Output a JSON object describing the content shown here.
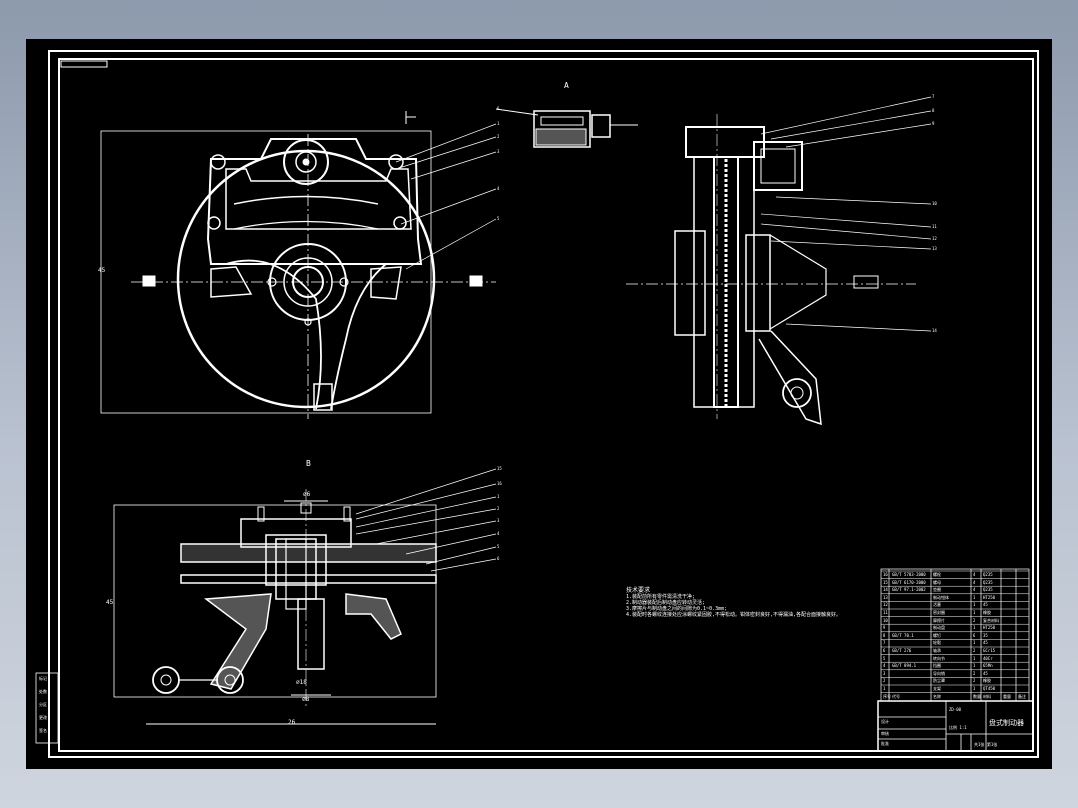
{
  "views": {
    "view_a_label": "A",
    "view_b_label": "B"
  },
  "dimensions": {
    "d_top": "⌀6",
    "d_mid": "⌀18",
    "d_bot": "⌀8",
    "d_width": "26",
    "d_height": "45",
    "d_side": "45"
  },
  "left_strip": [
    "标记",
    "处数",
    "分区",
    "更改",
    "签名"
  ],
  "technical_notes": {
    "heading": "技术要求",
    "lines": [
      "1.装配前所有零件需清洗干净;",
      "2.制动器装配后制动盘应转动灵活;",
      "3.摩擦片与制动盘之间的间隙为0.1~0.3mm;",
      "4.装配时各螺纹连接处应涂螺纹紧固胶,不得松动。钳体密封良好,不得漏油,各配合面接触良好。"
    ]
  },
  "parts_list": [
    {
      "no": "16",
      "code": "GB/T 5783-2000",
      "name": "螺栓",
      "qty": "4",
      "mat": "Q235"
    },
    {
      "no": "15",
      "code": "GB/T 6170-2000",
      "name": "螺母",
      "qty": "4",
      "mat": "Q235"
    },
    {
      "no": "14",
      "code": "GB/T 97.1-2002",
      "name": "垫圈",
      "qty": "4",
      "mat": "Q235"
    },
    {
      "no": "13",
      "code": "",
      "name": "制动钳体",
      "qty": "1",
      "mat": "HT250"
    },
    {
      "no": "12",
      "code": "",
      "name": "活塞",
      "qty": "1",
      "mat": "45"
    },
    {
      "no": "11",
      "code": "",
      "name": "密封圈",
      "qty": "1",
      "mat": "橡胶"
    },
    {
      "no": "10",
      "code": "",
      "name": "摩擦片",
      "qty": "2",
      "mat": "复合材料"
    },
    {
      "no": "9",
      "code": "",
      "name": "制动盘",
      "qty": "1",
      "mat": "HT250"
    },
    {
      "no": "8",
      "code": "GB/T 70.1",
      "name": "螺钉",
      "qty": "6",
      "mat": "35"
    },
    {
      "no": "7",
      "code": "",
      "name": "轮毂",
      "qty": "1",
      "mat": "45"
    },
    {
      "no": "6",
      "code": "GB/T 276",
      "name": "轴承",
      "qty": "2",
      "mat": "GCr15"
    },
    {
      "no": "5",
      "code": "",
      "name": "转向节",
      "qty": "1",
      "mat": "40Cr"
    },
    {
      "no": "4",
      "code": "GB/T 894.1",
      "name": "挡圈",
      "qty": "1",
      "mat": "65Mn"
    },
    {
      "no": "3",
      "code": "",
      "name": "导向销",
      "qty": "2",
      "mat": "45"
    },
    {
      "no": "2",
      "code": "",
      "name": "防尘罩",
      "qty": "2",
      "mat": "橡胶"
    },
    {
      "no": "1",
      "code": "",
      "name": "支架",
      "qty": "1",
      "mat": "QT450"
    }
  ],
  "parts_header": {
    "no": "序号",
    "code": "代号",
    "name": "名称",
    "qty": "数量",
    "mat": "材料",
    "weight": "重量",
    "note": "备注"
  },
  "title_block": {
    "drawing_title": "盘式制动器",
    "design": "设计",
    "check": "审核",
    "approve": "批准",
    "scale": "比例 1:1",
    "sheet": "共1张 第1张",
    "code": "ZD-00"
  },
  "callouts_right_top": [
    "1",
    "2",
    "3",
    "4",
    "5",
    "6"
  ],
  "callouts_side": [
    "7",
    "8",
    "9",
    "10",
    "11",
    "12",
    "13",
    "14"
  ],
  "callouts_bottom": [
    "15",
    "16",
    "1",
    "2",
    "3",
    "4",
    "5",
    "6"
  ]
}
